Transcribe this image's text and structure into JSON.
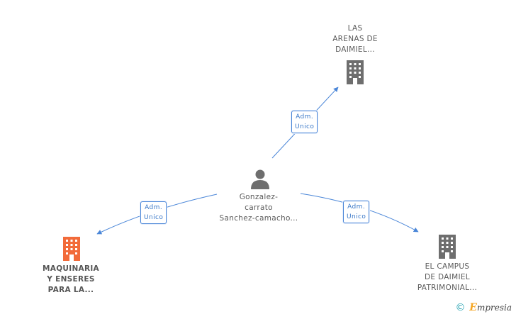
{
  "center_person": {
    "lines": [
      "Gonzalez-",
      "carrato",
      "Sanchez-camacho..."
    ],
    "icon": "person-icon"
  },
  "companies": [
    {
      "lines": [
        "LAS",
        "ARENAS DE",
        "DAIMIEL..."
      ],
      "icon": "building-icon",
      "color": "#6e6e6e"
    },
    {
      "lines": [
        "MAQUINARIA",
        "Y ENSERES",
        "PARA LA..."
      ],
      "icon": "building-icon",
      "color": "#f26b3a"
    },
    {
      "lines": [
        "EL CAMPUS",
        "DE DAIMIEL",
        "PATRIMONIAL..."
      ],
      "icon": "building-icon",
      "color": "#6e6e6e"
    }
  ],
  "relations": [
    {
      "lines": [
        "Adm.",
        "Unico"
      ]
    },
    {
      "lines": [
        "Adm.",
        "Unico"
      ]
    },
    {
      "lines": [
        "Adm.",
        "Unico"
      ]
    }
  ],
  "footer": {
    "copyright_symbol": "©",
    "brand_initial": "E",
    "brand_rest": "mpresia"
  },
  "colors": {
    "edge": "#4a86d8",
    "text": "#5a5a5a"
  }
}
